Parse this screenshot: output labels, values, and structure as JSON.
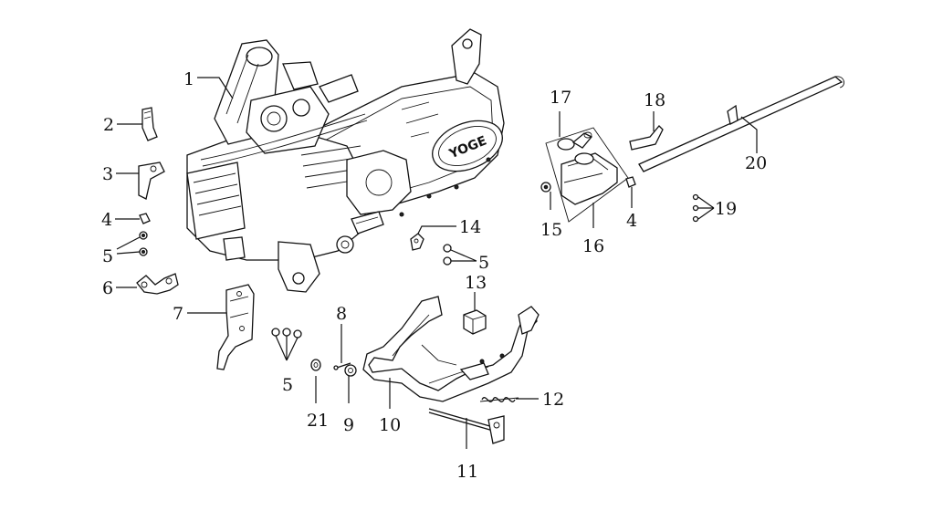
{
  "engine_brand": "YOGE",
  "labels": {
    "l1": "1",
    "l2": "2",
    "l3": "3",
    "l4a": "4",
    "l5a": "5",
    "l6": "6",
    "l7": "7",
    "l5b": "5",
    "l8": "8",
    "l21": "21",
    "l9": "9",
    "l10": "10",
    "l11": "11",
    "l12": "12",
    "l13": "13",
    "l14": "14",
    "l5c": "5",
    "l15": "15",
    "l16": "16",
    "l17": "17",
    "l4b": "4",
    "l18": "18",
    "l19": "19",
    "l20": "20"
  }
}
